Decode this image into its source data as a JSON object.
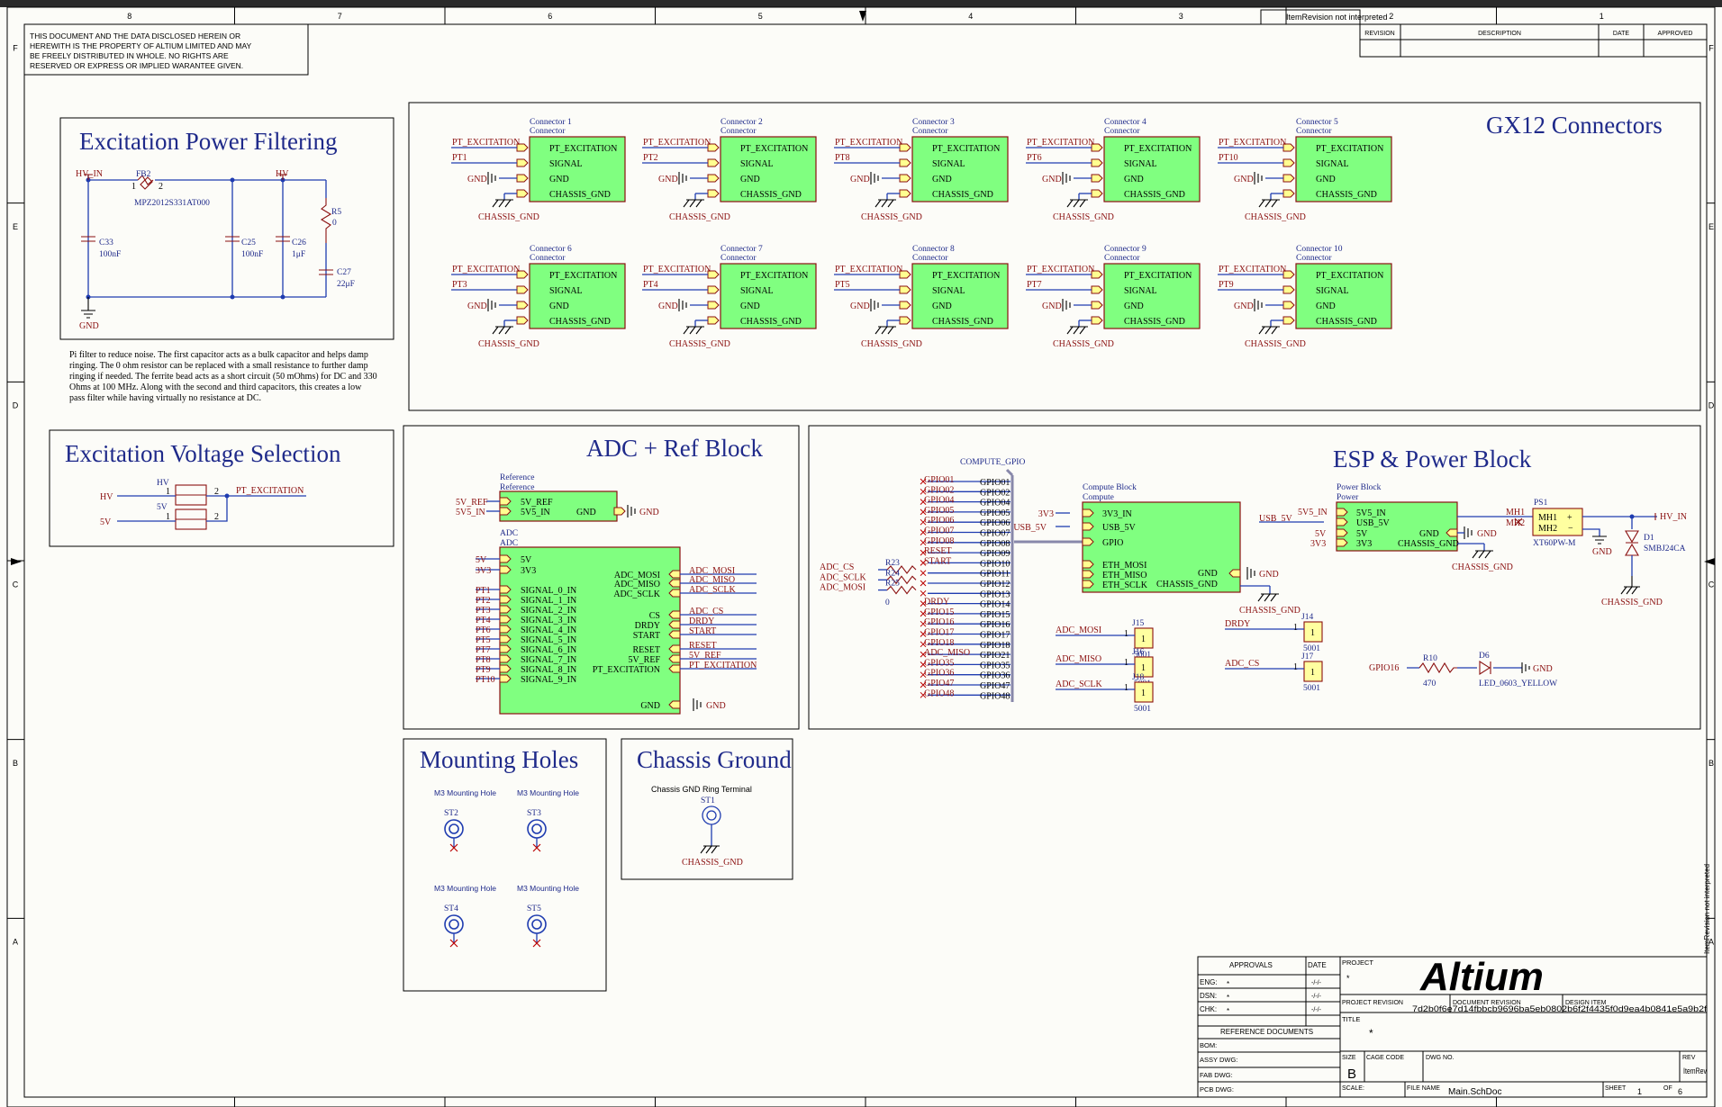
{
  "border": {
    "top_numbers": [
      "8",
      "7",
      "6",
      "5",
      "4",
      "3",
      "2",
      "1"
    ],
    "side_letters": [
      "F",
      "E",
      "D",
      "C",
      "B",
      "A"
    ]
  },
  "disclaimer": [
    "THIS DOCUMENT AND THE DATA DISCLOSED HEREIN OR",
    "HEREWITH IS THE PROPERTY OF ALTIUM LIMITED AND MAY",
    "BE FREELY DISTRIBUTED IN WHOLE. NO RIGHTS ARE",
    "RESERVED OR EXPRESS OR IMPLIED WARANTEE GIVEN."
  ],
  "revision_table": {
    "overlay": "ItemRevision not interpreted",
    "headers": [
      "REVISION",
      "DESCRIPTION",
      "DATE",
      "APPROVED"
    ]
  },
  "pi_filter": {
    "title": "Excitation Power Filtering",
    "hv_in": "HV_IN",
    "fb2": "FB2",
    "fb2_part": "MPZ2012S331AT000",
    "hv": "HV",
    "c33": "C33",
    "c33_v": "100nF",
    "c25": "C25",
    "c25_v": "100nF",
    "c26": "C26",
    "c26_v": "1μF",
    "r5": "R5",
    "r5_v": "0",
    "c27": "C27",
    "c27_v": "22μF",
    "gnd": "GND",
    "note": [
      "Pi filter to reduce noise. The first capacitor acts as a bulk capacitor and helps damp",
      "ringing. The 0 ohm resistor can be replaced with a small resistance to further damp",
      "ringing if needed. The ferrite bead acts as a short circuit (50 mOhms) for DC and 330",
      "Ohms at 100 MHz. Along with the second and third capacitors, this creates a low",
      "pass filter while having virtually no resistance at DC."
    ]
  },
  "voltage_sel": {
    "title": "Excitation Voltage Selection",
    "hv": "HV",
    "v5": "5V",
    "net_hv": "HV",
    "net_5v": "5V",
    "out": "PT_EXCITATION"
  },
  "gx12": {
    "title": "GX12 Connectors",
    "connectors": [
      {
        "name": "Connector 1",
        "pt": "PT1"
      },
      {
        "name": "Connector 2",
        "pt": "PT2"
      },
      {
        "name": "Connector 3",
        "pt": "PT8"
      },
      {
        "name": "Connector 4",
        "pt": "PT6"
      },
      {
        "name": "Connector 5",
        "pt": "PT10"
      },
      {
        "name": "Connector 6",
        "pt": "PT3"
      },
      {
        "name": "Connector 7",
        "pt": "PT4"
      },
      {
        "name": "Connector 8",
        "pt": "PT5"
      },
      {
        "name": "Connector 9",
        "pt": "PT7"
      },
      {
        "name": "Connector 10",
        "pt": "PT9"
      }
    ],
    "sub": "Connector",
    "pins": [
      "PT_EXCITATION",
      "SIGNAL",
      "GND",
      "CHASSIS_GND"
    ],
    "net_exc": "PT_EXCITATION",
    "net_gnd": "GND",
    "net_chassis": "CHASSIS_GND"
  },
  "adc": {
    "title": "ADC + Ref Block",
    "ref_title": "Reference",
    "ref_sub": "Reference",
    "ref_left": [
      "5V_REF",
      "5V5_IN"
    ],
    "ref_right": "GND",
    "ref_nets": [
      "5V_REF",
      "5V5_IN"
    ],
    "ref_gnd": "GND",
    "adc_title": "ADC",
    "adc_sub": "ADC",
    "left_nets": [
      "5V",
      "3V3",
      "PT1",
      "PT2",
      "PT3",
      "PT4",
      "PT6",
      "PT5",
      "PT7",
      "PT8",
      "PT9",
      "PT10"
    ],
    "left_pins": [
      "5V",
      "3V3",
      "SIGNAL_0_IN",
      "SIGNAL_1_IN",
      "SIGNAL_2_IN",
      "SIGNAL_3_IN",
      "SIGNAL_4_IN",
      "SIGNAL_5_IN",
      "SIGNAL_6_IN",
      "SIGNAL_7_IN",
      "SIGNAL_8_IN",
      "SIGNAL_9_IN"
    ],
    "right_pins": [
      "ADC_MOSI",
      "ADC_MISO",
      "ADC_SCLK",
      "CS",
      "DRDY",
      "START",
      "RESET",
      "5V_REF",
      "PT_EXCITATION",
      "GND"
    ],
    "right_nets": [
      "ADC_MOSI",
      "ADC_MISO",
      "ADC_SCLK",
      "ADC_CS",
      "DRDY",
      "START",
      "RESET",
      "5V_REF",
      "PT_EXCITATION",
      "GND"
    ]
  },
  "esp": {
    "title": "ESP & Power Block",
    "bus_label": "COMPUTE_GPIO",
    "gpio_left": [
      "GPIO01",
      "GPIO02",
      "GPIO04",
      "GPIO05",
      "GPIO06",
      "GPIO07",
      "GPIO08",
      "RESET",
      "START",
      "",
      "",
      "",
      "DRDY",
      "GPIO15",
      "GPIO16",
      "GPIO17",
      "GPIO18",
      "ADC_MISO",
      "GPIO35",
      "GPIO36",
      "GPIO47",
      "GPIO48"
    ],
    "gpio_right": [
      "GPIO01",
      "GPIO02",
      "GPIO04",
      "GPIO05",
      "GPIO06",
      "GPIO07",
      "GPIO08",
      "GPIO09",
      "GPIO10",
      "GPIO11",
      "GPIO12",
      "GPIO13",
      "GPIO14",
      "GPIO15",
      "GPIO16",
      "GPIO17",
      "GPIO18",
      "GPIO21",
      "GPIO35",
      "GPIO36",
      "GPIO47",
      "GPIO48"
    ],
    "res_nets": [
      "ADC_CS",
      "ADC_SCLK",
      "ADC_MOSI"
    ],
    "res_names": [
      "R23",
      "R24",
      "R25"
    ],
    "res_val": "0",
    "compute_title": "Compute Block",
    "compute_sub": "Compute",
    "compute_pins": [
      "3V3_IN",
      "USB_5V",
      "GPIO",
      "ETH_MOSI",
      "ETH_MISO",
      "ETH_SCLK"
    ],
    "compute_nets": [
      "3V3",
      "USB_5V"
    ],
    "compute_gnd": "GND",
    "compute_chassis": "CHASSIS_GND",
    "power_title": "Power Block",
    "power_sub": "Power",
    "power_pins": [
      "5V5_IN",
      "USB_5V",
      "5V",
      "3V3"
    ],
    "power_right": [
      "GND",
      "CHASSIS_GND"
    ],
    "power_nets": [
      "USB_5V",
      "5V5_IN",
      "5V",
      "3V3"
    ],
    "power_gnd": "GND",
    "power_chassis": "CHASSIS_GND",
    "ps1": "PS1",
    "mh1": "MH1",
    "mh2": "MH2",
    "ps1_part": "XT60PW-M",
    "hv_in": "HV_IN",
    "d1": "D1",
    "d1_part": "SMBJ24CA",
    "gnd": "GND",
    "chassis": "CHASSIS_GND",
    "j15": {
      "net": "ADC_MOSI",
      "ref": "J15",
      "part": "5001"
    },
    "j16": {
      "net": "ADC_MISO",
      "ref": "J16",
      "part": "5001"
    },
    "j18": {
      "net": "ADC_SCLK",
      "ref": "J18",
      "part": "5001"
    },
    "j14": {
      "net": "DRDY",
      "ref": "J14",
      "part": "5001"
    },
    "j17": {
      "net": "ADC_CS",
      "ref": "J17",
      "part": "5001"
    },
    "pin1": "1",
    "r10": "R10",
    "r10_v": "470",
    "gpio16": "GPIO16",
    "d6": "D6",
    "d6_part": "LED_0603_YELLOW",
    "led_gnd": "GND"
  },
  "mounting": {
    "title": "Mounting Holes",
    "holes": [
      {
        "label": "M3 Mounting Hole",
        "ref": "ST2"
      },
      {
        "label": "M3 Mounting Hole",
        "ref": "ST3"
      },
      {
        "label": "M3 Mounting Hole",
        "ref": "ST4"
      },
      {
        "label": "M3 Mounting Hole",
        "ref": "ST5"
      }
    ]
  },
  "chassis_gnd": {
    "title": "Chassis Ground",
    "label": "Chassis GND Ring Terminal",
    "ref": "ST1",
    "net": "CHASSIS_GND"
  },
  "title_block": {
    "approvals": "APPROVALS",
    "date": "DATE",
    "rows": [
      "ENG:",
      "DSN:",
      "CHK:"
    ],
    "row_val": "*",
    "row_date": "-/-/-",
    "ref_docs": "REFERENCE DOCUMENTS",
    "docs": [
      "BOM:",
      "ASSY DWG:",
      "FAB DWG:",
      "PCB DWG:"
    ],
    "project": "PROJECT",
    "project_val": "*",
    "logo": "Altium",
    "project_revision": "PROJECT REVISION",
    "doc_revision": "DOCUMENT REVISION",
    "design_item": "DESIGN ITEM",
    "revision_hash": "7d2b0f6e7d14fbbcb9696ba5eb0802b6f2f4435f0d9ea4b0841e5a9b2f",
    "title": "TITLE",
    "title_val": "*",
    "size": "SIZE",
    "size_val": "B",
    "cage": "CAGE CODE",
    "dwg": "DWG NO.",
    "rev": "REV",
    "rev_val": "ItemRev",
    "scale": "SCALE:",
    "file_name": "FILE NAME",
    "file_val": "Main.SchDoc",
    "sheet": "SHEET",
    "sheet_val": "1",
    "of": "OF",
    "of_val": "6",
    "side_note": "ItemRevision not interpreted"
  },
  "colors": {
    "wire": "#1f3cb0",
    "net": "#8a0f0f",
    "part": "#7a1616",
    "body": "#80ff80",
    "frame": "#000000",
    "paper": "#fcfcf8"
  }
}
